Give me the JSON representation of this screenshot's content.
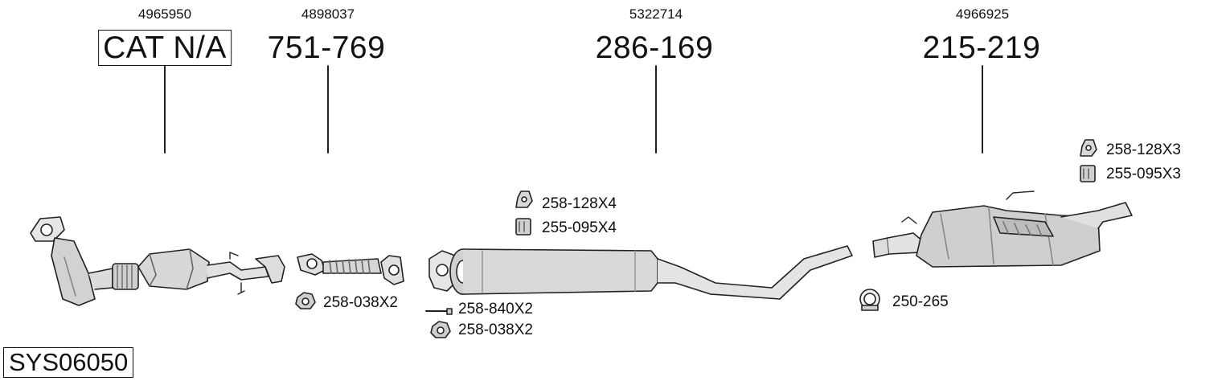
{
  "system_code": "SYS06050",
  "parts": [
    {
      "id": "cat",
      "oem": "4965950",
      "number": "CAT N/A",
      "boxed": true
    },
    {
      "id": "front-pipe",
      "oem": "4898037",
      "number": "751-769",
      "boxed": false
    },
    {
      "id": "center-pipe",
      "oem": "5322714",
      "number": "286-169",
      "boxed": false
    },
    {
      "id": "rear-silencer",
      "oem": "4966925",
      "number": "215-219",
      "boxed": false
    }
  ],
  "accessories": [
    {
      "id": "nut-front",
      "label": "258-038X2",
      "icon": "nut-icon"
    },
    {
      "id": "bolt-center",
      "label": "258-840X2",
      "icon": "bolt-icon"
    },
    {
      "id": "nut-center",
      "label": "258-038X2",
      "icon": "nut-icon"
    },
    {
      "id": "hanger-center",
      "label": "258-128X4",
      "icon": "hanger-icon"
    },
    {
      "id": "mount-center",
      "label": "255-095X4",
      "icon": "rubber-mount-icon"
    },
    {
      "id": "clamp-rear",
      "label": "250-265",
      "icon": "clamp-icon"
    },
    {
      "id": "hanger-rear",
      "label": "258-128X3",
      "icon": "hanger-icon"
    },
    {
      "id": "mount-rear",
      "label": "255-095X3",
      "icon": "rubber-mount-icon"
    }
  ]
}
